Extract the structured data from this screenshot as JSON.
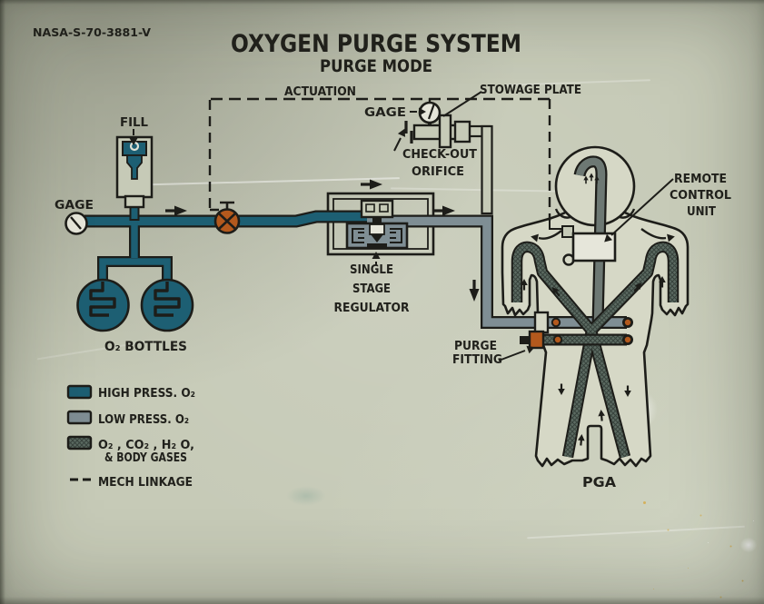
{
  "photo_id": "NASA-S-70-3881-V",
  "title": {
    "main": "OXYGEN PURGE SYSTEM",
    "sub": "PURGE MODE"
  },
  "labels": {
    "actuation": "ACTUATION",
    "gage_top": "GAGE",
    "stowage_plate": "STOWAGE PLATE",
    "checkout_line1": "CHECK-OUT",
    "checkout_line2": "ORIFICE",
    "gage_left": "GAGE",
    "fill": "FILL",
    "regulator_line1": "SINGLE",
    "regulator_line2": "STAGE",
    "regulator_line3": "REGULATOR",
    "o2_bottles": "O₂ BOTTLES",
    "rcu_line1": "REMOTE",
    "rcu_line2": "CONTROL",
    "rcu_line3": "UNIT",
    "purge_line1": "PURGE",
    "purge_line2": "FITTING",
    "pga": "PGA"
  },
  "legend": {
    "high_press": "HIGH PRESS. O₂",
    "low_press": "LOW PRESS. O₂",
    "body_gas_line1": "O₂ , CO₂ , H₂ O,",
    "body_gas_line2": "& BODY GASES",
    "mech_linkage": "MECH LINKAGE"
  },
  "colors": {
    "background": "#c6cab7",
    "suit_fill": "#d6d8c6",
    "line": "#1d1d19",
    "high_press": "#1d5f73",
    "low_press": "#7f8e94",
    "duct_gray": "#6d7873",
    "body_gas": "#5c6b62",
    "hatch_line": "#37423c",
    "valve_orange": "#b3591d",
    "panel_white": "#e6e6da"
  }
}
